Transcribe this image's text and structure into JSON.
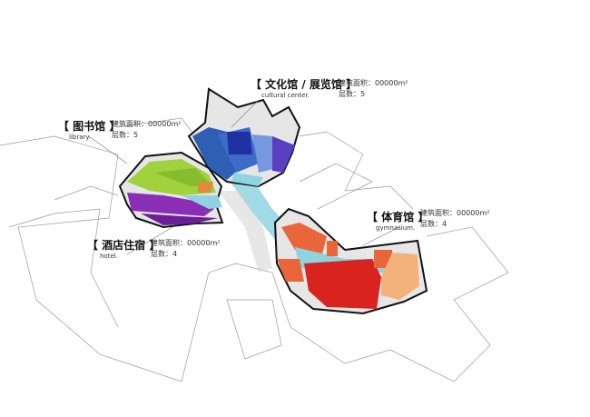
{
  "buildings": [
    {
      "key": "cultural",
      "title": "【 文化馆 / 展览馆 】",
      "english": "cultural center.",
      "area": "建筑面积：00000m²",
      "floors": "层数：5",
      "color": "#2f5fb5"
    },
    {
      "key": "library",
      "title": "【 图书馆 】",
      "english": "library.",
      "area": "建筑面积：00000m²",
      "floors": "层数：5",
      "color": "#9fd23c"
    },
    {
      "key": "gymnasium",
      "title": "【 体育馆 】",
      "english": "gymnasium.",
      "area": "建筑面积：00000m²",
      "floors": "层数：4",
      "color": "#d8231e"
    },
    {
      "key": "hotel",
      "title": "【 酒店住宿 】",
      "english": "hotel.",
      "area": "建筑面积：00000m²",
      "floors": "层数：4",
      "color": "#7a2aa6"
    }
  ],
  "colors": {
    "corridor": "#8fd3e0",
    "outline": "#111111",
    "context": "#999999"
  }
}
